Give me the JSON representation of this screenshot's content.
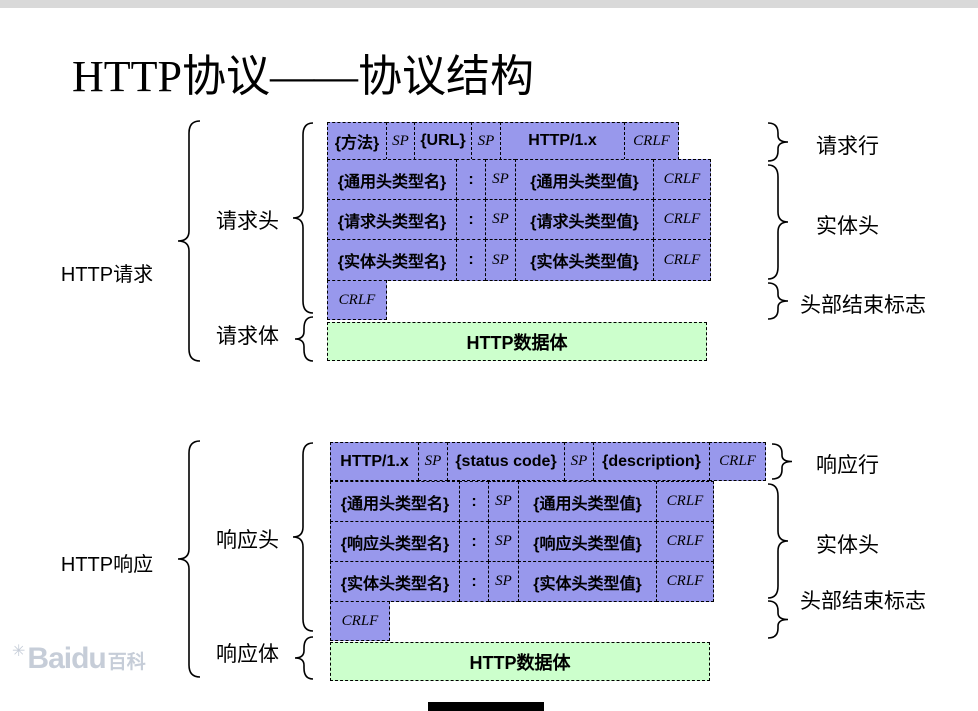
{
  "page": {
    "title": "HTTP协议——协议结构",
    "watermark_brand": "Baidu",
    "watermark_suffix": "百科"
  },
  "colors": {
    "cell_purple": "#9898EC",
    "body_green": "#CCFFCC"
  },
  "request": {
    "group_label": "HTTP请求",
    "header_label": "请求头",
    "body_label": "请求体",
    "line": [
      "{方法}",
      "SP",
      "{URL}",
      "SP",
      "HTTP/1.x",
      "CRLF"
    ],
    "header_rows": [
      [
        "{通用头类型名}",
        ":",
        "SP",
        "{通用头类型值}",
        "CRLF"
      ],
      [
        "{请求头类型名}",
        ":",
        "SP",
        "{请求头类型值}",
        "CRLF"
      ],
      [
        "{实体头类型名}",
        ":",
        "SP",
        "{实体头类型值}",
        "CRLF"
      ]
    ],
    "crlf": "CRLF",
    "body_text": "HTTP数据体",
    "right_labels": {
      "line": "请求行",
      "entity": "实体头",
      "end": "头部结束标志"
    }
  },
  "response": {
    "group_label": "HTTP响应",
    "header_label": "响应头",
    "body_label": "响应体",
    "line": [
      "HTTP/1.x",
      "SP",
      "{status code}",
      "SP",
      "{description}",
      "CRLF"
    ],
    "header_rows": [
      [
        "{通用头类型名}",
        ":",
        "SP",
        "{通用头类型值}",
        "CRLF"
      ],
      [
        "{响应头类型名}",
        ":",
        "SP",
        "{响应头类型值}",
        "CRLF"
      ],
      [
        "{实体头类型名}",
        ":",
        "SP",
        "{实体头类型值}",
        "CRLF"
      ]
    ],
    "crlf": "CRLF",
    "body_text": "HTTP数据体",
    "right_labels": {
      "line": "响应行",
      "entity": "实体头",
      "end": "头部结束标志"
    }
  }
}
